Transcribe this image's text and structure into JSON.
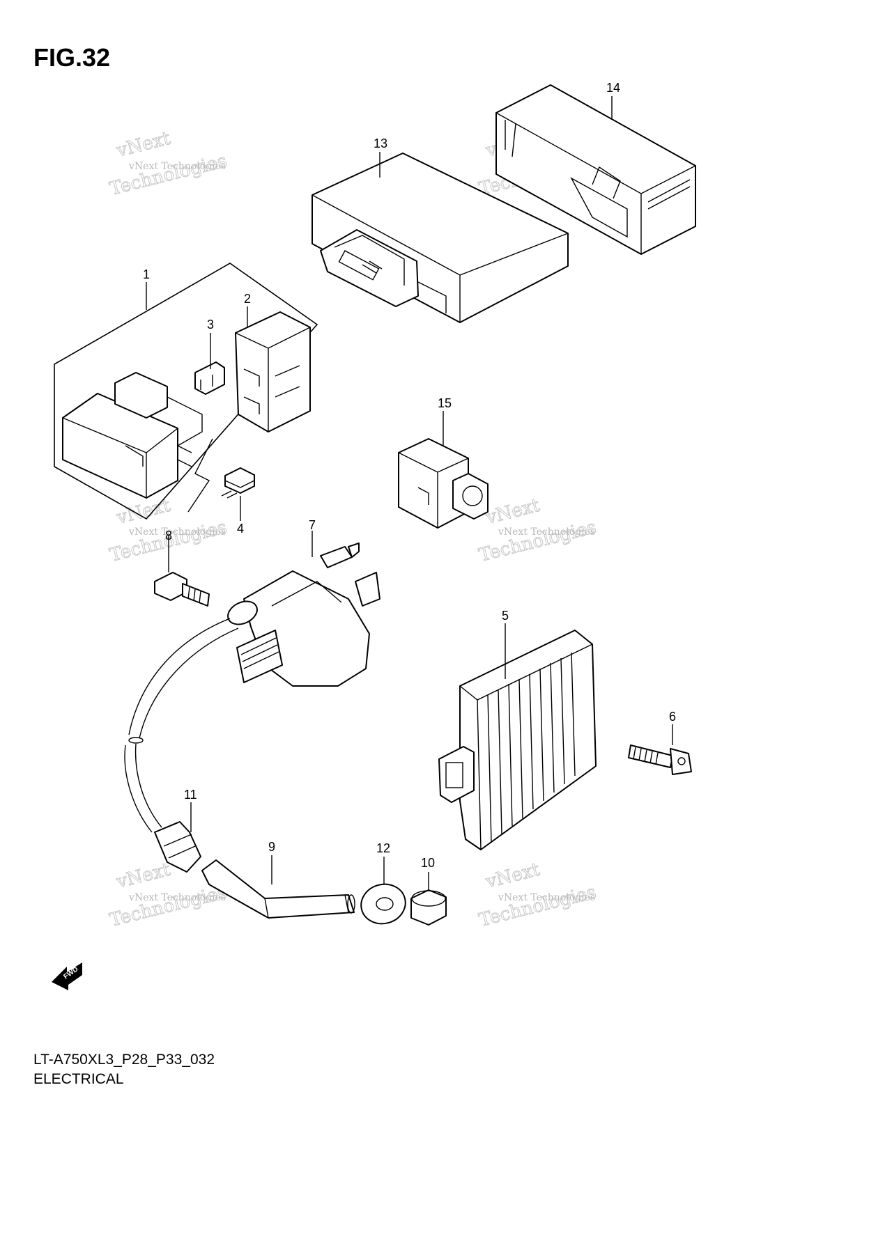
{
  "figure": {
    "title": "FIG.32",
    "code": "LT-A750XL3_P28_P33_032",
    "section": "ELECTRICAL"
  },
  "callouts": {
    "c1": "1",
    "c2": "2",
    "c3": "3",
    "c4": "4",
    "c5": "5",
    "c6": "6",
    "c7": "7",
    "c8": "8",
    "c9": "9",
    "c10": "10",
    "c11": "11",
    "c12": "12",
    "c13": "13",
    "c14": "14",
    "c15": "15"
  },
  "watermark": {
    "line1": "vNext",
    "line2": "vNext Technologies",
    "line3": "Technologies"
  },
  "fwd_label": "FWD"
}
